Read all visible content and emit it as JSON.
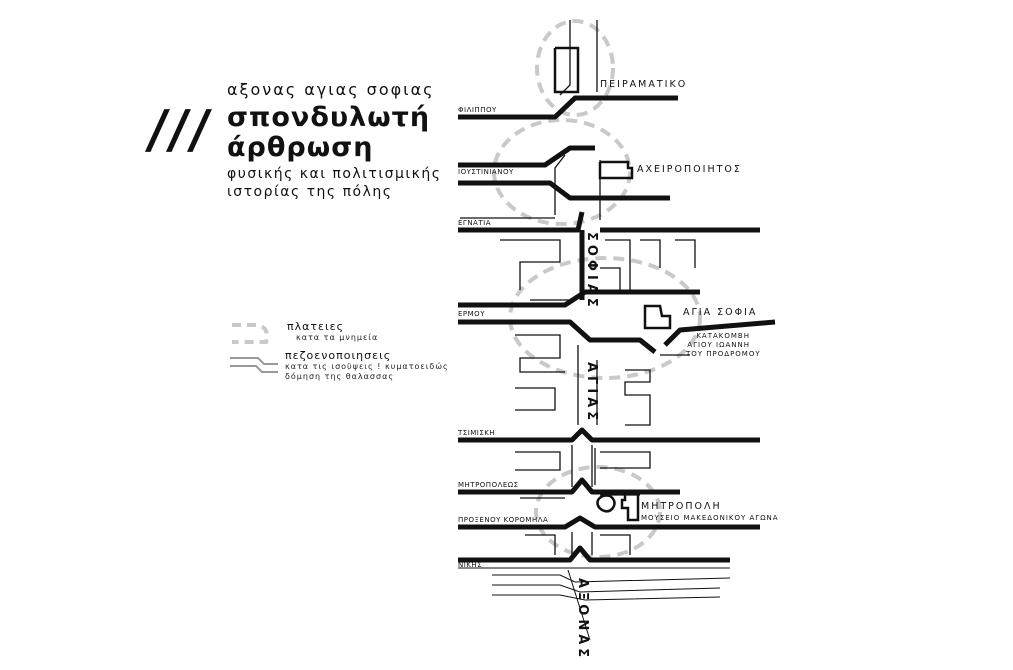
{
  "header": {
    "subtitle": "αξονας αγιας σοφιας",
    "slashes": "///",
    "title_line1": "σπονδυλωτή",
    "title_line2": "άρθρωση",
    "desc_line1": "φυσικής και πολιτισμικής",
    "desc_line2": "ιστορίας της πόλης"
  },
  "legend": {
    "squares_title": "πλατειες",
    "squares_sub": "κατα τα μνημεία",
    "pedestrian_title": "πεζοενοποιησεις",
    "pedestrian_sub1": "κατα τις ισοϋψεις ! κυματοειδώς",
    "pedestrian_sub2": "δόμηση της θαλασσας"
  },
  "streets": {
    "filippou": "ΦΙΛΙΠΠΟΥ",
    "ioustinianou": "ΙΟΥΣΤΙΝΙΑΝΟΥ",
    "egnatia": "ΕΓΝΑΤΙΑ",
    "ermou": "ΕΡΜΟΥ",
    "tsimiski": "ΤΣΙΜΙΣΚΗ",
    "mitropoleos": "ΜΗΤΡΟΠΟΛΕΩΣ",
    "proxenou": "ΠΡΟΞΕΝΟΥ ΚΟΡΟΜΗΛΑ",
    "nikis": "ΝΙΚΗΣ"
  },
  "monuments": {
    "peiramatiko": "ΠΕΙΡΑΜΑΤΙΚΟ",
    "acheiropoiitos": "ΑΧΕΙΡΟΠΟΙΗΤΟΣ",
    "agia_sofia": "ΑΓΙΑ ΣΟΦΙΑ",
    "katakomvi1": "ΚΑΤΑΚΟΜΒΗ",
    "katakomvi2": "ΑΓΙΟΥ ΙΩΑΝΝΗ",
    "katakomvi3": "ΤΟΥ ΠΡΟΔΡΟΜΟΥ",
    "mitropoli": "ΜΗΤΡΟΠΟΛΗ",
    "mouseio": "ΜΟΥΣΕΙΟ ΜΑΚΕΔΟΝΙΚΟΥ ΑΓΩΝΑ"
  },
  "axis_labels": {
    "sofias": "ΣΟΦΙΑΣ",
    "agias": "ΑΓΙΑΣ",
    "axonas": "ΑΞΟΝΑΣ"
  },
  "colors": {
    "road": "#111111",
    "square_dash": "#c4c4c4",
    "pedestrian_line": "#999999"
  }
}
